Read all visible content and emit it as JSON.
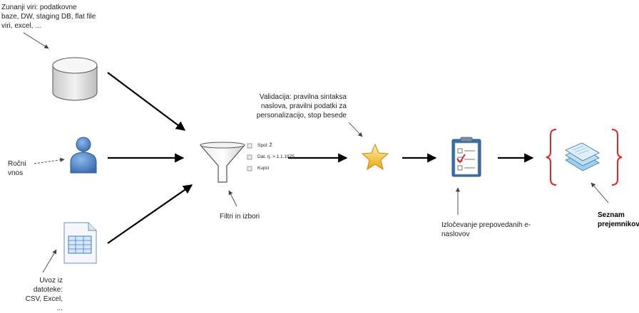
{
  "labels": {
    "external_sources": "Zunanji viri: podatkovne\nbaze, DW, staging DB, flat file\nviri, excel, ...",
    "manual_input": "Ročni\nvnos",
    "file_import": "Uvoz iz\ndatoteke:\nCSV, Excel,\n...",
    "filters": "Filtri in izbori",
    "validation": "Validacija: pravilna sintaksa\nnaslova, pravilni podatki za\npersonalizacijo, stop besede",
    "exclusion": "Izločevanje prepovedanih e-\nnaslovov",
    "recipient_list": "Seznam\nprejemnikov"
  },
  "filter_items": [
    "Spol: Ž",
    "Dat. rj. > 1.1.1975",
    "Kupci"
  ],
  "colors": {
    "bracket": "#e0252b",
    "arrow": "#000000",
    "pointer": "#444444",
    "person": "#4a7fc1",
    "star": "#f5c030",
    "file": "#3f7fbf"
  },
  "icons": {
    "database": "database-icon",
    "person": "person-icon",
    "spreadsheet": "spreadsheet-file-icon",
    "funnel": "funnel-icon",
    "star": "star-icon",
    "checklist": "clipboard-checklist-icon",
    "documents": "document-stack-icon"
  }
}
